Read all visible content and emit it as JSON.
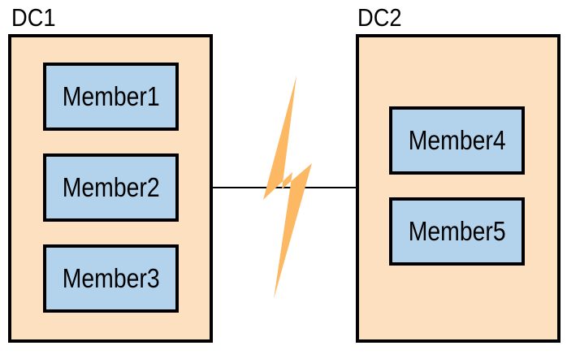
{
  "colors": {
    "datacenter_fill": "#fde0bf",
    "member_fill": "#b3d3ec",
    "outline": "#000000",
    "bolt": "#fdb863"
  },
  "datacenters": [
    {
      "label": "DC1",
      "members": [
        "Member1",
        "Member2",
        "Member3"
      ]
    },
    {
      "label": "DC2",
      "members": [
        "Member4",
        "Member5"
      ]
    }
  ],
  "link": {
    "icon": "lightning-bolt-icon"
  }
}
